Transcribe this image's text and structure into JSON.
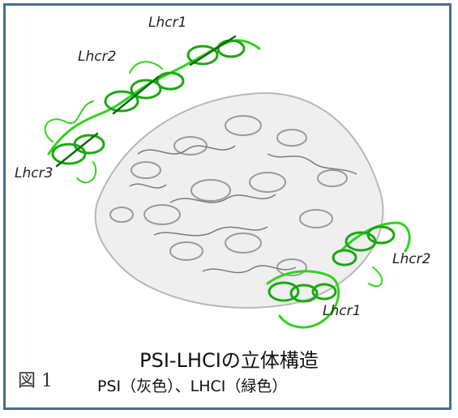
{
  "figure": {
    "number_label": "図 1",
    "title": "PSI-LHCIの立体構造",
    "subtitle": "PSI（灰色）、LHCI（緑色）"
  },
  "labels": {
    "lhcr1_top": "Lhcr1",
    "lhcr2_top": "Lhcr2",
    "lhcr3_left": "Lhcr3",
    "lhcr2_right": "Lhcr2",
    "lhcr1_bottom": "Lhcr1"
  },
  "colors": {
    "frame": "#4a6a93",
    "psi_gray": "#c9c9c9",
    "psi_dark": "#8a8a8a",
    "lhci_green": "#33d21f",
    "lhci_dark": "#0d6a0a"
  }
}
